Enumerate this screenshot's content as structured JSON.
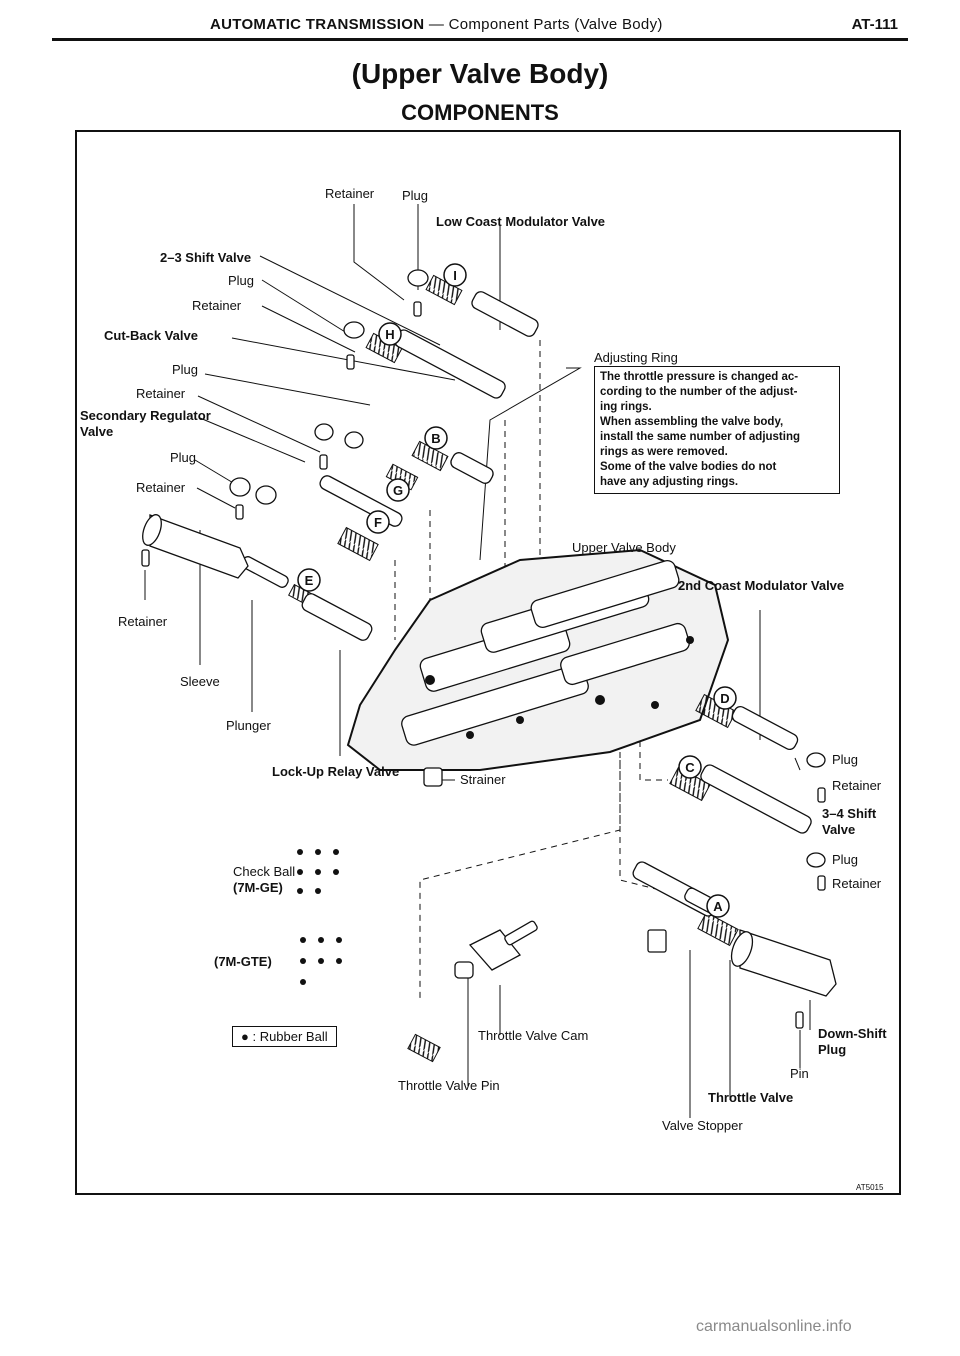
{
  "header": {
    "section": "AUTOMATIC TRANSMISSION",
    "subsection": "— Component Parts (Valve Body)",
    "page_number": "AT-111"
  },
  "title": "(Upper Valve Body)",
  "subtitle": "COMPONENTS",
  "labels": {
    "retainer_top": "Retainer",
    "plug_top": "Plug",
    "low_coast": "Low Coast Modulator Valve",
    "shift_23": "2–3 Shift Valve",
    "plug_2": "Plug",
    "retainer_2": "Retainer",
    "cut_back": "Cut-Back Valve",
    "plug_3": "Plug",
    "retainer_3": "Retainer",
    "secondary_reg_1": "Secondary Regulator",
    "secondary_reg_2": "Valve",
    "plug_4": "Plug",
    "retainer_4": "Retainer",
    "adjusting_ring": "Adjusting Ring",
    "upper_valve_body": "Upper Valve Body",
    "second_coast": "2nd Coast Modulator Valve",
    "retainer_left": "Retainer",
    "sleeve": "Sleeve",
    "plunger": "Plunger",
    "lockup_relay": "Lock-Up Relay Valve",
    "strainer": "Strainer",
    "plug_right1": "Plug",
    "retainer_right1": "Retainer",
    "shift_34_1": "3–4 Shift",
    "shift_34_2": "Valve",
    "plug_right2": "Plug",
    "retainer_right2": "Retainer",
    "check_ball_1": "Check Ball",
    "check_ball_2": "(7M-GE)",
    "gte": "(7M-GTE)",
    "throttle_cam": "Throttle Valve Cam",
    "throttle_pin": "Throttle Valve Pin",
    "down_shift_1": "Down-Shift",
    "down_shift_2": "Plug",
    "pin": "Pin",
    "throttle_valve": "Throttle Valve",
    "valve_stopper": "Valve Stopper",
    "figure_code": "AT5015"
  },
  "callouts": [
    "I",
    "H",
    "B",
    "G",
    "F",
    "E",
    "D",
    "C",
    "A"
  ],
  "note": [
    "The throttle pressure is changed ac-",
    "cording to the number of the adjust-",
    "ing rings.",
    "When assembling the valve body,",
    "install the same number of adjusting",
    "rings as were removed.",
    "Some of the valve bodies do not",
    "have any adjusting rings."
  ],
  "legend": "● : Rubber Ball",
  "watermark": "carmanualsonline.info"
}
